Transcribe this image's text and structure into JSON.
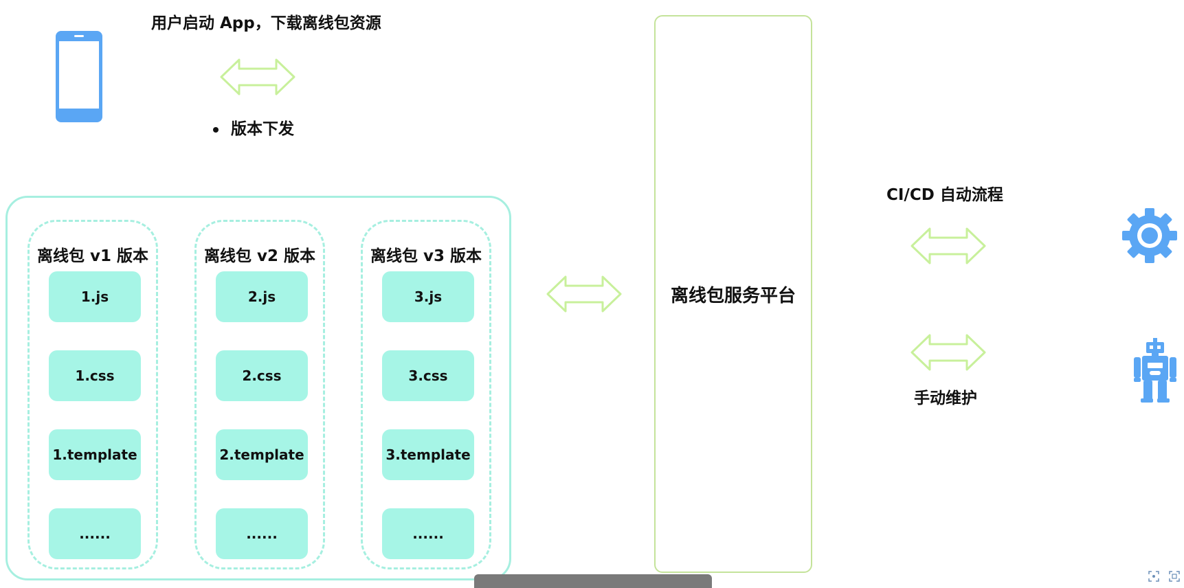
{
  "top": {
    "caption": "用户启动 App，下载离线包资源",
    "bullet": "版本下发"
  },
  "versions": [
    {
      "title": "离线包 v1 版本",
      "files": [
        "1.js",
        "1.css",
        "1.template",
        "......"
      ]
    },
    {
      "title": "离线包 v2 版本",
      "files": [
        "2.js",
        "2.css",
        "2.template",
        "......"
      ]
    },
    {
      "title": "离线包 v3 版本",
      "files": [
        "3.js",
        "3.css",
        "3.template",
        "......"
      ]
    }
  ],
  "platform": {
    "label": "离线包服务平台"
  },
  "right": {
    "cicd_label": "CI/CD 自动流程",
    "manual_label": "手动维护"
  },
  "icons": {
    "phone": "phone-icon",
    "gear": "gear-icon",
    "robot": "robot-icon",
    "arrows": "double-arrow-icon"
  },
  "colors": {
    "arrow_outline": "#c8f09b",
    "package_fill": "#a6f5e6",
    "package_border": "#a6efe0",
    "platform_border": "#c4e39a",
    "icon_blue": "#5aa6f4"
  }
}
